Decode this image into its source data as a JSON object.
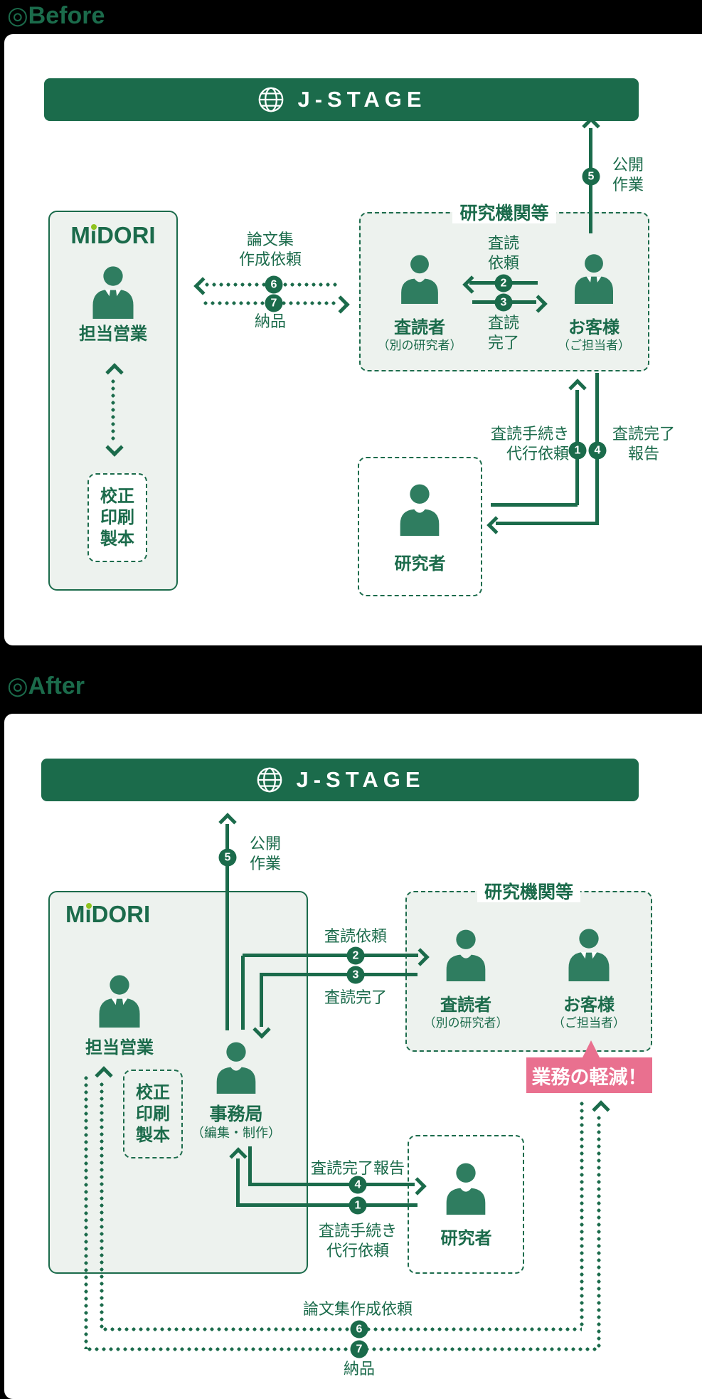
{
  "colors": {
    "green": "#1b6b4b",
    "icon_green": "#2f7d60",
    "box_fill": "#edf2ee",
    "lime": "#8fc31f",
    "pink": "#e9708f",
    "bar_text": "#ffffff",
    "background": "#000000"
  },
  "before": {
    "title": "◎Before",
    "jstage": "J-STAGE",
    "midori": {
      "logo_pre": "M",
      "logo_i": "i",
      "logo_post": "DORI",
      "sales": "担当営業",
      "service_1": "校正",
      "service_2": "印刷",
      "service_3": "製本"
    },
    "institution": {
      "label": "研究機関等",
      "reviewer": "査読者",
      "reviewer_note": "（別の研究者）",
      "customer": "お客様",
      "customer_note": "（ご担当者）"
    },
    "researcher": "研究者",
    "steps": {
      "s1": {
        "num": "1",
        "line1": "査読手続き",
        "line2": "代行依頼"
      },
      "s2": {
        "num": "2",
        "line1": "査読",
        "line2": "依頼"
      },
      "s3": {
        "num": "3",
        "line1": "査読",
        "line2": "完了"
      },
      "s4": {
        "num": "4",
        "line1": "査読完了",
        "line2": "報告"
      },
      "s5": {
        "num": "5",
        "line1": "公開",
        "line2": "作業"
      },
      "s6": {
        "num": "6",
        "line1": "論文集",
        "line2": "作成依頼"
      },
      "s7": {
        "num": "7",
        "line1": "納品"
      }
    }
  },
  "after": {
    "title": "◎After",
    "jstage": "J-STAGE",
    "midori": {
      "logo_pre": "M",
      "logo_i": "i",
      "logo_post": "DORI",
      "sales": "担当営業",
      "office": "事務局",
      "office_note": "（編集・制作）",
      "service_1": "校正",
      "service_2": "印刷",
      "service_3": "製本"
    },
    "institution": {
      "label": "研究機関等",
      "reviewer": "査読者",
      "reviewer_note": "（別の研究者）",
      "customer": "お客様",
      "customer_note": "（ご担当者）"
    },
    "researcher": "研究者",
    "benefit": "業務の軽減！",
    "steps": {
      "s1": {
        "num": "1",
        "line1": "査読手続き",
        "line2": "代行依頼"
      },
      "s2": {
        "num": "2",
        "label": "査読依頼"
      },
      "s3": {
        "num": "3",
        "label": "査読完了"
      },
      "s4": {
        "num": "4",
        "label": "査読完了報告"
      },
      "s5": {
        "num": "5",
        "line1": "公開",
        "line2": "作業"
      },
      "s6": {
        "num": "6",
        "label": "論文集作成依頼"
      },
      "s7": {
        "num": "7",
        "label": "納品"
      }
    }
  }
}
